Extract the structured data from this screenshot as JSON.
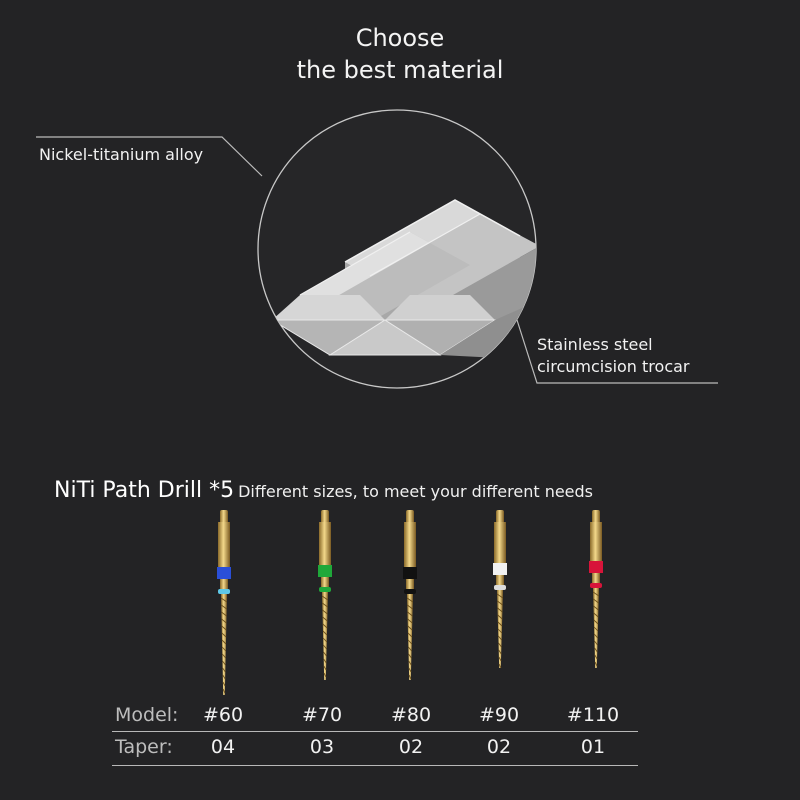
{
  "title": {
    "line1": "Choose",
    "line2": "the best material"
  },
  "callouts": {
    "left": "Nickel-titanium alloy",
    "right_line1": "Stainless steel",
    "right_line2": "circumcision trocar"
  },
  "product": {
    "name": "NiTi Path Drill *5",
    "subtitle": "Different sizes, to meet your different needs"
  },
  "drills": [
    {
      "model": "#60",
      "taper": "04",
      "color": "#2a4fd8"
    },
    {
      "model": "#70",
      "taper": "03",
      "color": "#1fa83a"
    },
    {
      "model": "#80",
      "taper": "02",
      "color": "#111111"
    },
    {
      "model": "#90",
      "taper": "02",
      "color": "#f2f2f2"
    },
    {
      "model": "#110",
      "taper": "01",
      "color": "#d8143a"
    }
  ],
  "table": {
    "model_label": "Model:",
    "taper_label": "Taper:"
  },
  "colors": {
    "background": "#232325",
    "gold": "#d8b25a"
  }
}
